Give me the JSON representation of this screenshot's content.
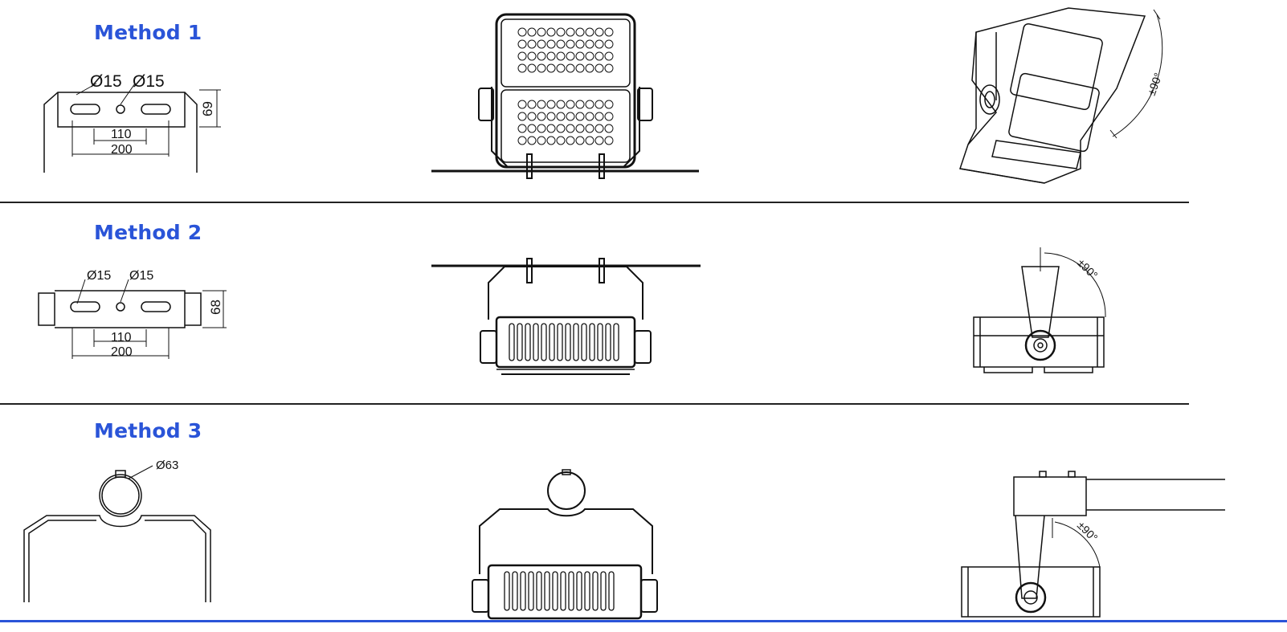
{
  "methods": [
    {
      "title": "Method 1",
      "hole_a": "Ø15",
      "hole_b": "Ø15",
      "dim_inner": "110",
      "dim_outer": "200",
      "height": "69",
      "angle": "±90°"
    },
    {
      "title": "Method 2",
      "hole_a": "Ø15",
      "hole_b": "Ø15",
      "dim_inner": "110",
      "dim_outer": "200",
      "height": "68",
      "angle": "±90°"
    },
    {
      "title": "Method 3",
      "tube": "Ø63",
      "angle": "±90°"
    }
  ],
  "colors": {
    "accent": "#2a54d8",
    "line": "#222222"
  }
}
